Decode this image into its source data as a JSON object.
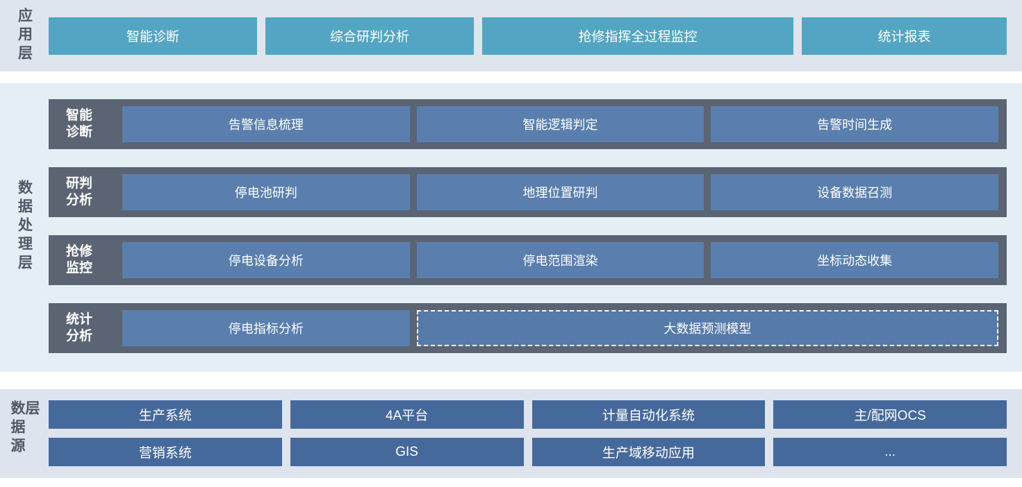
{
  "colors": {
    "app_button": "#53a5c3",
    "process_row_bg": "#5b6472",
    "process_box": "#5a7fae",
    "source_box": "#46699c",
    "app_band_bg": "#dfe5ec",
    "process_band_bg": "#e3eef5",
    "source_band_bg": "#dde4ed",
    "layer_label_text": "#4f5866",
    "box_text": "#ffffff"
  },
  "application_layer": {
    "label": "应用层",
    "buttons": [
      "智能诊断",
      "综合研判分析",
      "抢修指挥全过程监控",
      "统计报表"
    ]
  },
  "processing_layer": {
    "label": "数据处理层",
    "rows": [
      {
        "label": "智能诊断",
        "boxes": [
          "告警信息梳理",
          "智能逻辑判定",
          "告警时间生成"
        ]
      },
      {
        "label": "研判分析",
        "boxes": [
          "停电池研判",
          "地理位置研判",
          "设备数据召测"
        ]
      },
      {
        "label": "抢修监控",
        "boxes": [
          "停电设备分析",
          "停电范围渲染",
          "坐标动态收集"
        ]
      },
      {
        "label": "统计分析",
        "boxes": [
          "停电指标分析",
          "大数据预测模型"
        ]
      }
    ]
  },
  "source_layer": {
    "label": "数据源层",
    "rows": [
      [
        "生产系统",
        "4A平台",
        "计量自动化系统",
        "主/配网OCS"
      ],
      [
        "营销系统",
        "GIS",
        "生产域移动应用",
        "..."
      ]
    ]
  }
}
